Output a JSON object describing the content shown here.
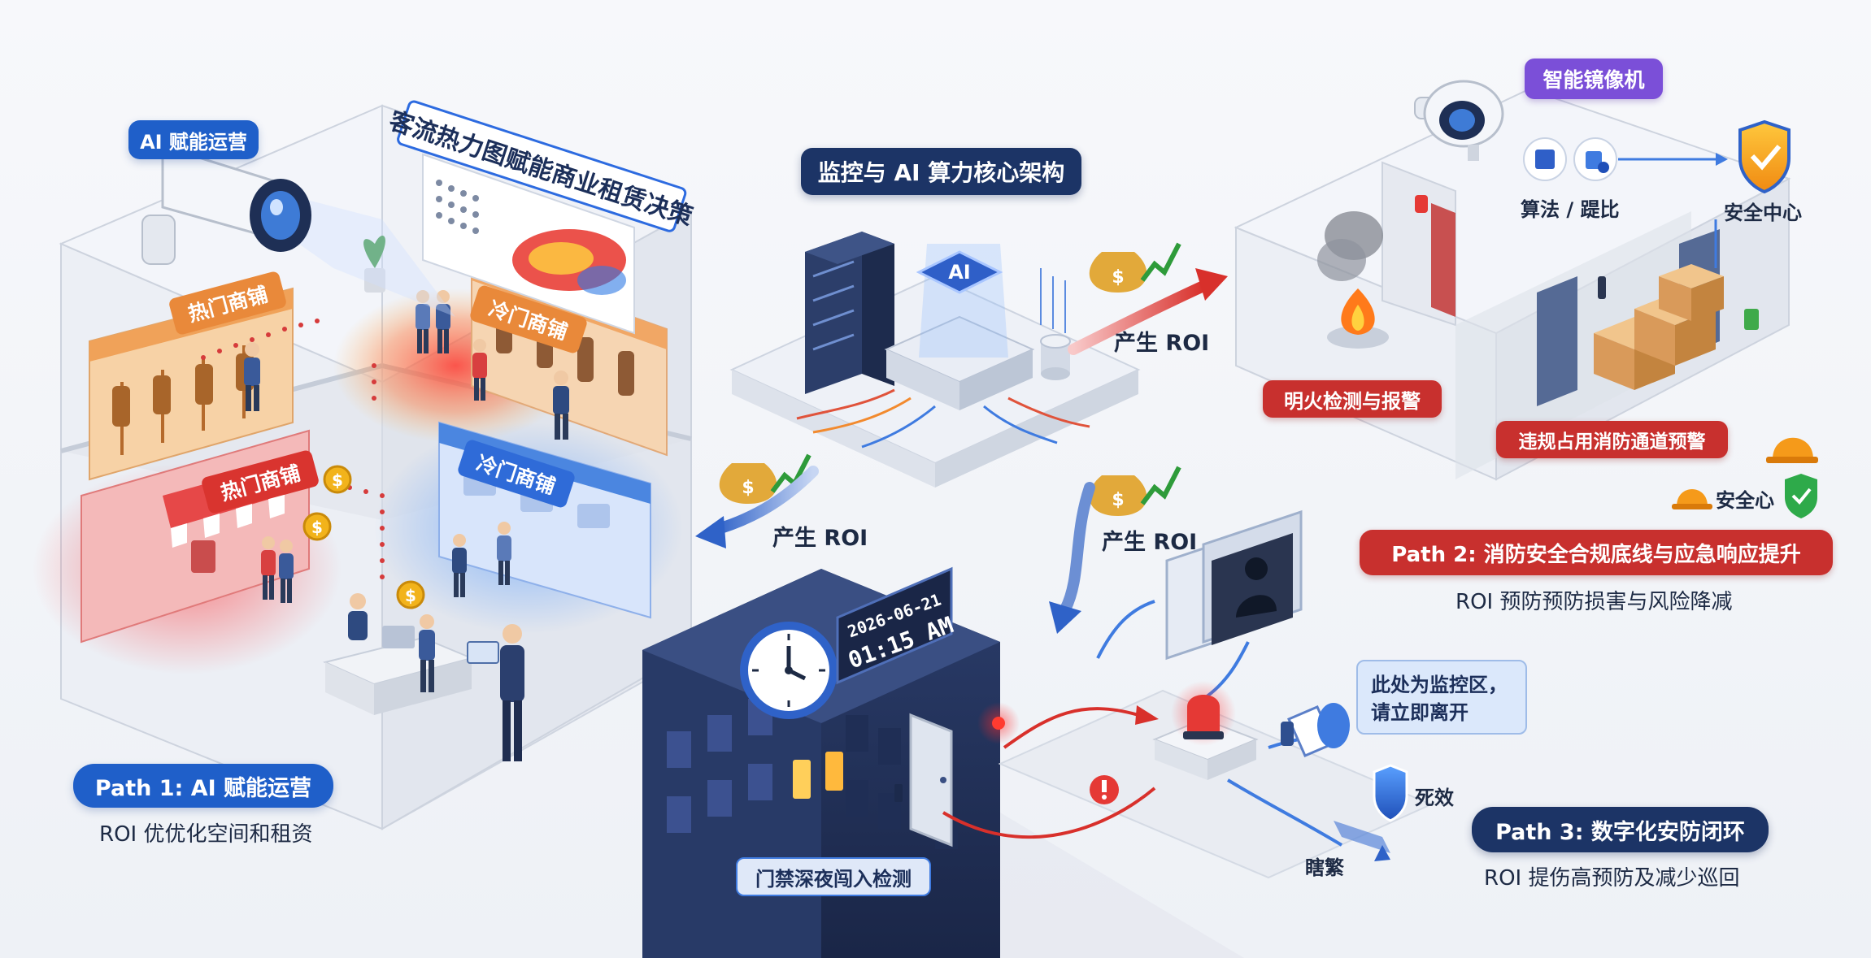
{
  "left_panel": {
    "tag": "AI 赋能运营",
    "banner": "客流热力图赋能商业租赁决策",
    "hot_store_upper": "热门商铺",
    "cold_store_upper": "冷门商铺",
    "hot_store_lower": "热门商铺",
    "cold_store_lower": "冷门商铺",
    "path_title": "Path 1: AI 赋能运营",
    "path_sub": "ROI 优优化空间和租资"
  },
  "center": {
    "title": "监控与 AI 算力核心架构",
    "chip_label": "AI",
    "roi_right": "产生 ROI",
    "roi_left": "产生 ROI",
    "roi_bottom": "产生 ROI"
  },
  "right_panel": {
    "camera_tag": "智能镜像机",
    "algo_label": "算法 / 踶比",
    "security_center": "安全中心",
    "fire_alarm": "明火检测与报警",
    "passage_alarm": "违规占用消防通道预警",
    "safety_label": "安全心",
    "path_title": "Path 2: 消防安全合规底线与应急响应提升",
    "path_sub": "ROI 预防预防损害与风险降减"
  },
  "bottom_panel": {
    "clock_date": "2026-06-21",
    "clock_time": "01:15 AM",
    "door_label": "门禁深夜闯入检测",
    "speech_line1": "此处为监控区，",
    "speech_line2": "请立即离开",
    "label_invalid": "死效",
    "label_alarm": "瞎繁",
    "path_title": "Path 3: 数字化安防闭环",
    "path_sub": "ROI 提伤高预防及减少巡回"
  },
  "colors": {
    "primary_blue": "#1f5fc9",
    "navy": "#1c3466",
    "alert_red": "#c8302e",
    "purple": "#7b4fd8",
    "roi_green": "#2e9b3a",
    "coin_gold": "#f2b31b"
  }
}
